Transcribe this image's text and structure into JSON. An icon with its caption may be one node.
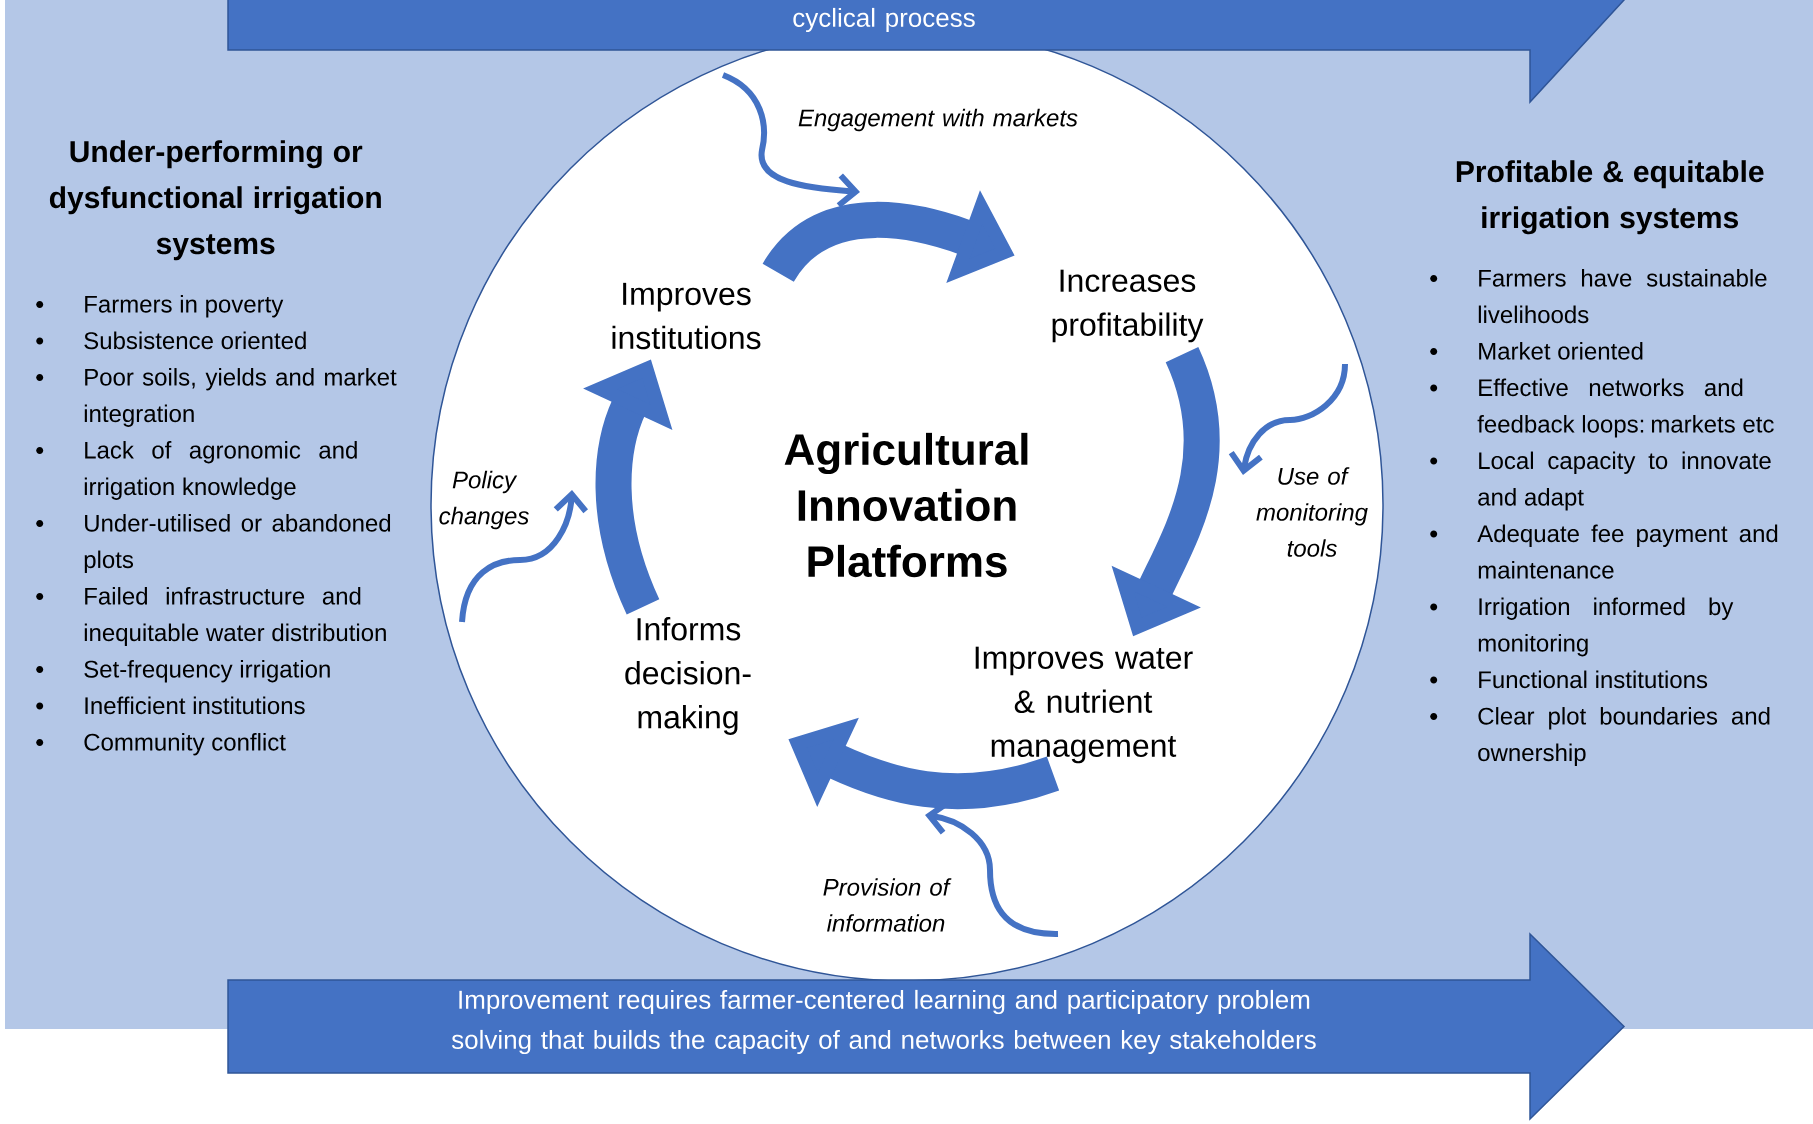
{
  "diagram": {
    "nodes": [
      {
        "text": [
          "cyclical process"
        ]
      },
      {
        "text": [
          "Under-performing or dysfunctional irrigation systems",
          "Farmers in poverty",
          "Subsistence oriented",
          "Poor soils,  yields and market integration",
          "Lack of agronomic and irrigation knowledge",
          "Under-utilised or abandoned  plots",
          "Failed infrastructure and inequitable water distribution",
          "Set-frequency irrigation",
          "Inefficient institutions",
          "Community conflict"
        ]
      },
      {
        "text": [
          "Agricultural Innovation Platforms"
        ]
      },
      {
        "text": [
          "Improves institutions"
        ],
        "in": 2
      },
      {
        "text": [
          "Increases profitability"
        ],
        "in": 2
      },
      {
        "text": [
          "Improves water & nutrient management"
        ],
        "in": 2
      },
      {
        "text": [
          "Informs decision-making"
        ],
        "in": 2
      },
      {
        "text": [
          "Profitable & equitable irrigation systems",
          "Farmers have sustainable livelihoods",
          "Market oriented",
          "Effective networks and feedback loops: markets etc",
          "Local capacity to innovate and adapt",
          "Adequate fee payment and  maintenance",
          "Irrigation informed by monitoring",
          "Functional institutions",
          "Clear plot boundaries and ownership"
        ]
      },
      {
        "text": [
          "Improvement requires farmer-centered learning and participatory problem solving that builds the capacity of and networks between key stakeholders"
        ]
      }
    ],
    "edges": [
      {
        "from": 3,
        "to": 4,
        "arrow": "to"
      },
      {
        "from": 4,
        "to": 5,
        "arrow": "to"
      },
      {
        "from": 5,
        "to": 6,
        "arrow": "to"
      },
      {
        "from": 6,
        "to": 3,
        "arrow": "to"
      }
    ],
    "labels": [
      "Engagement with markets",
      "Use of monitoring tools",
      "Policy changes",
      "Provision of information"
    ]
  }
}
